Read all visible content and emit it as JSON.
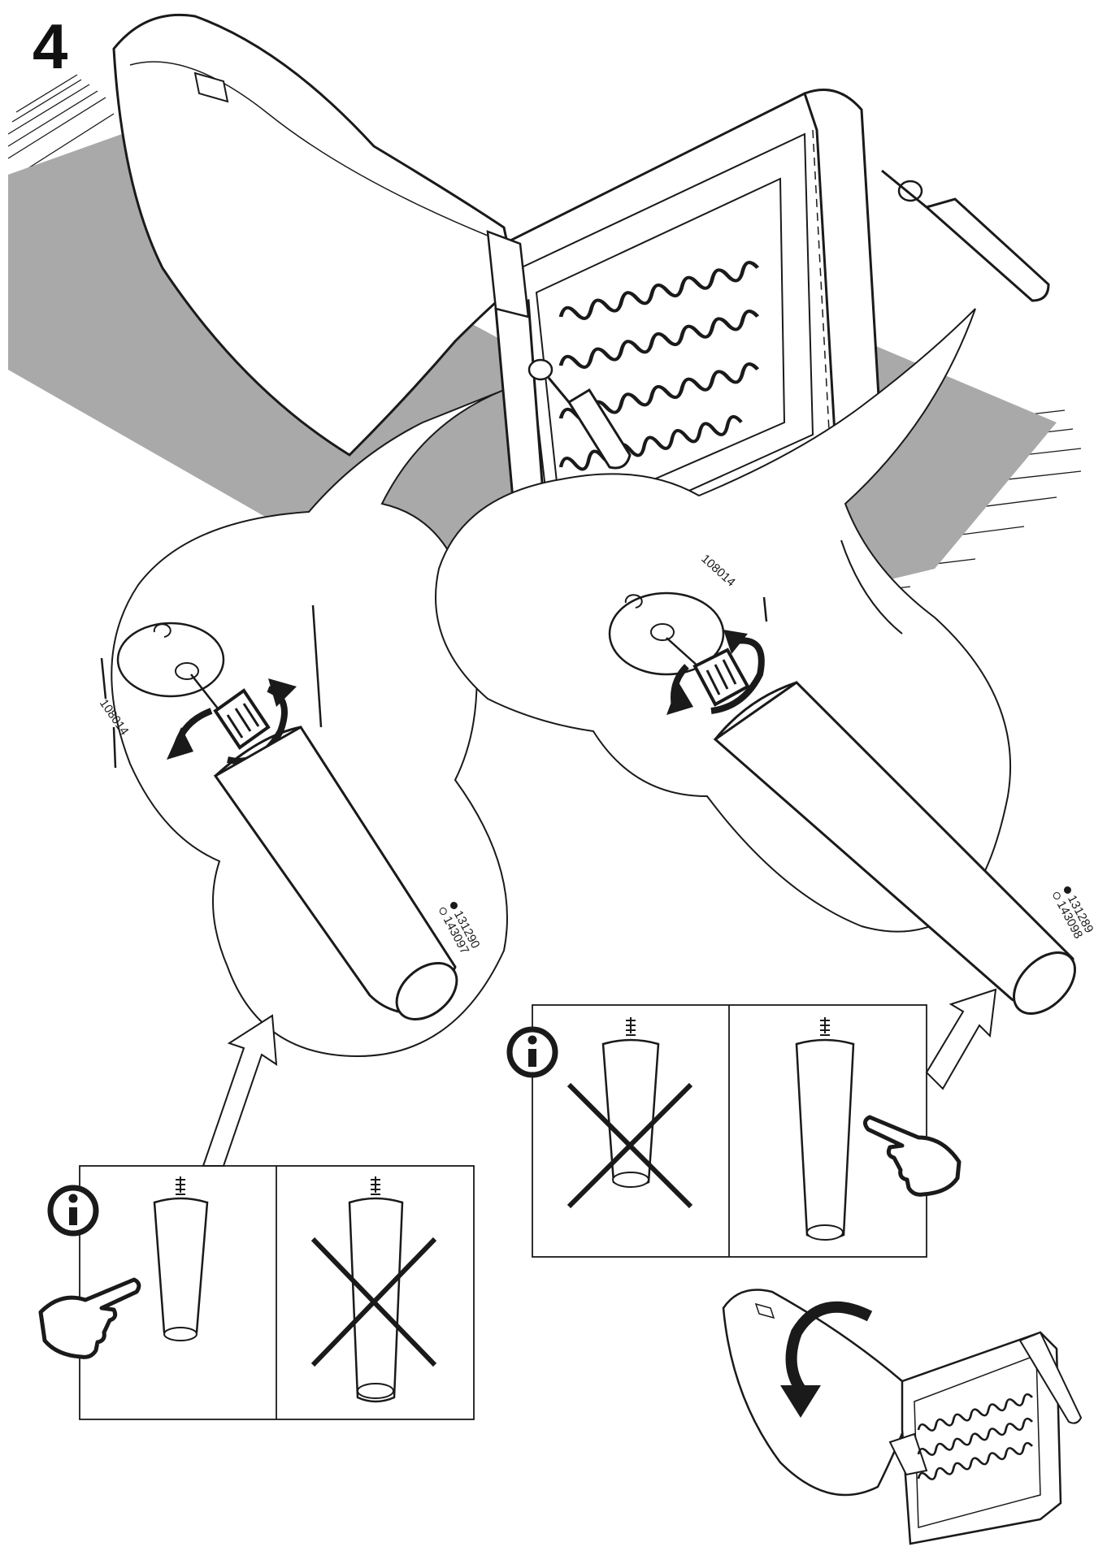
{
  "step": {
    "number": "4"
  },
  "parts": {
    "washer_left": "108014",
    "washer_right": "108014",
    "leg_left": {
      "dark": "131290",
      "light": "143097"
    },
    "leg_right": {
      "dark": "131289",
      "light": "143098"
    }
  },
  "icons": {
    "info_left": "info-icon",
    "info_right": "info-icon",
    "hand_left": "pointing-hand-icon",
    "hand_right": "pointing-hand-icon",
    "cross_left": "cross-icon",
    "cross_right": "cross-icon",
    "rotate": "curved-arrow-icon"
  },
  "colors": {
    "floor": "#a9a9a9",
    "line": "#1a1a1a",
    "background": "#ffffff"
  }
}
